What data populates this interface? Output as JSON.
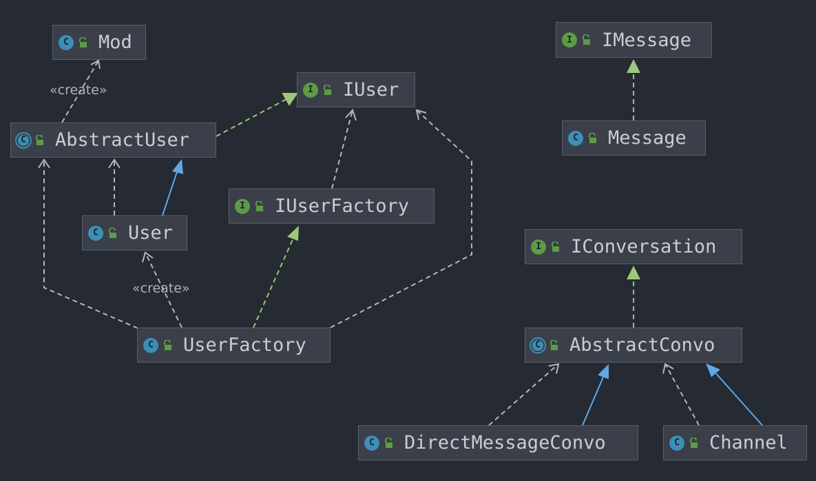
{
  "colors": {
    "background": "#262a33",
    "node_fill": "#3a3f4a",
    "node_border": "#5a606b",
    "text": "#c9cdd5",
    "class_badge": "#3c8fb5",
    "interface_badge": "#5d9c45",
    "realization_edge": "#9dc77a",
    "generalization_edge": "#5fa8e8",
    "dependency_edge": "#b4b8c0"
  },
  "nodes": [
    {
      "id": "mod",
      "name": "Mod",
      "kind": "class",
      "badge": "C"
    },
    {
      "id": "abstractuser",
      "name": "AbstractUser",
      "kind": "abstract",
      "badge": "C"
    },
    {
      "id": "iuser",
      "name": "IUser",
      "kind": "interface",
      "badge": "I"
    },
    {
      "id": "user",
      "name": "User",
      "kind": "class",
      "badge": "C"
    },
    {
      "id": "iuserfactory",
      "name": "IUserFactory",
      "kind": "interface",
      "badge": "I"
    },
    {
      "id": "userfactory",
      "name": "UserFactory",
      "kind": "class",
      "badge": "C"
    },
    {
      "id": "imessage",
      "name": "IMessage",
      "kind": "interface",
      "badge": "I"
    },
    {
      "id": "message",
      "name": "Message",
      "kind": "class",
      "badge": "C"
    },
    {
      "id": "iconversation",
      "name": "IConversation",
      "kind": "interface",
      "badge": "I"
    },
    {
      "id": "abstractconvo",
      "name": "AbstractConvo",
      "kind": "abstract",
      "badge": "C"
    },
    {
      "id": "directmessageconvo",
      "name": "DirectMessageConvo",
      "kind": "class",
      "badge": "C"
    },
    {
      "id": "channel",
      "name": "Channel",
      "kind": "class",
      "badge": "C"
    }
  ],
  "stereotypes": {
    "create_mod": "«create»",
    "create_user": "«create»"
  },
  "edges": [
    {
      "from": "abstractuser",
      "to": "mod",
      "type": "dependency",
      "label": "«create»"
    },
    {
      "from": "abstractuser",
      "to": "iuser",
      "type": "realization"
    },
    {
      "from": "user",
      "to": "abstractuser",
      "type": "generalization"
    },
    {
      "from": "user",
      "to": "abstractuser",
      "type": "dependency"
    },
    {
      "from": "iuserfactory",
      "to": "iuser",
      "type": "dependency"
    },
    {
      "from": "userfactory",
      "to": "user",
      "type": "dependency",
      "label": "«create»"
    },
    {
      "from": "userfactory",
      "to": "abstractuser",
      "type": "dependency"
    },
    {
      "from": "userfactory",
      "to": "iuserfactory",
      "type": "realization"
    },
    {
      "from": "userfactory",
      "to": "iuser",
      "type": "dependency"
    },
    {
      "from": "message",
      "to": "imessage",
      "type": "realization"
    },
    {
      "from": "abstractconvo",
      "to": "iconversation",
      "type": "realization"
    },
    {
      "from": "directmessageconvo",
      "to": "abstractconvo",
      "type": "generalization"
    },
    {
      "from": "directmessageconvo",
      "to": "abstractconvo",
      "type": "dependency"
    },
    {
      "from": "channel",
      "to": "abstractconvo",
      "type": "generalization"
    },
    {
      "from": "channel",
      "to": "abstractconvo",
      "type": "dependency"
    }
  ]
}
